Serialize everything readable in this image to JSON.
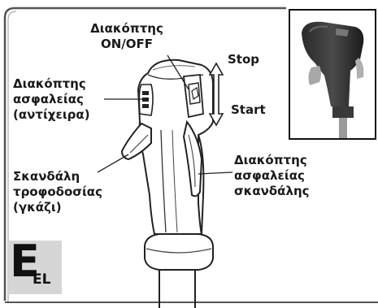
{
  "labels": {
    "on_off_line1": "Διακόπτης",
    "on_off_line2": "ON/OFF",
    "stop": "Stop",
    "start": "Start",
    "thumb_line1": "Διακόπτης",
    "thumb_line2": "ασφαλείας",
    "thumb_line3": "(αντίχειρα)",
    "trigger_line1": "Σκανδάλη",
    "trigger_line2": "τροφοδοσίας",
    "trigger_line3": "(γκάζι)",
    "trigger_lock_line1": "Διακόπτης",
    "trigger_lock_line2": "ασφαλείας",
    "trigger_lock_line3": "σκανδάλης"
  },
  "badge": {
    "letter": "E",
    "code": "EL"
  }
}
